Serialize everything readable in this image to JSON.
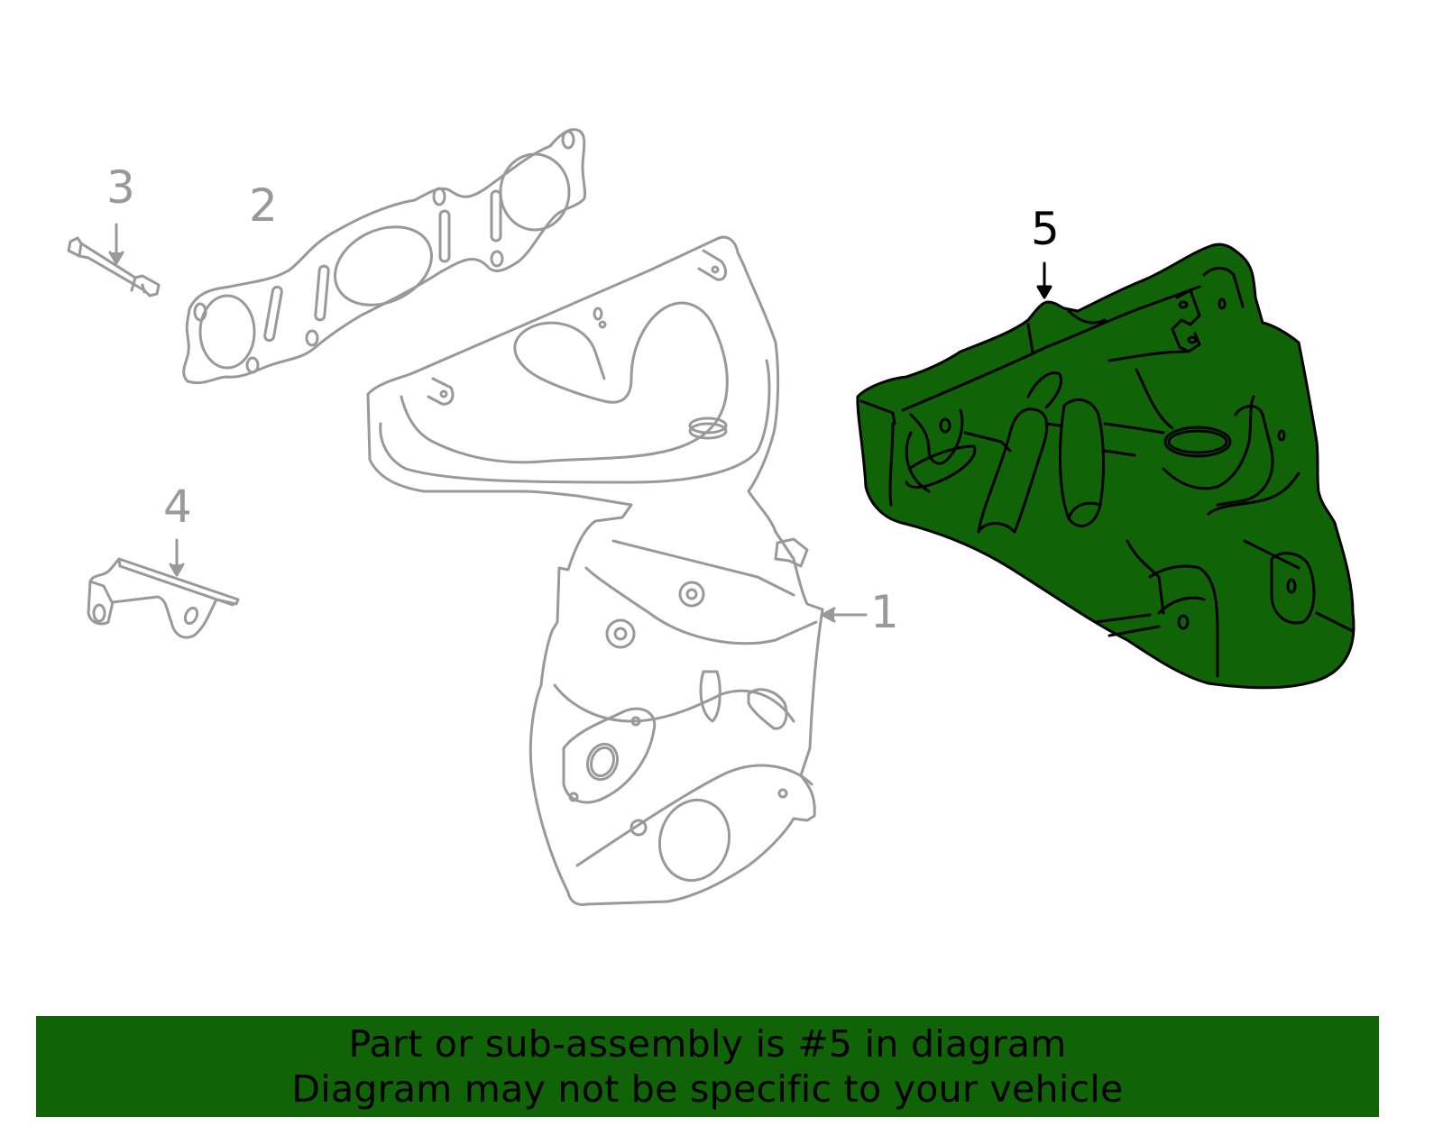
{
  "diagram": {
    "highlight_color": "#116308",
    "inactive_line_color": "#999999",
    "active_line_color": "#000000",
    "callouts": [
      {
        "number": "1",
        "part": "manifold-with-converter",
        "active": false
      },
      {
        "number": "2",
        "part": "manifold-gasket",
        "active": false
      },
      {
        "number": "3",
        "part": "stud",
        "active": false
      },
      {
        "number": "4",
        "part": "bracket",
        "active": false
      },
      {
        "number": "5",
        "part": "heat-shield",
        "active": true
      }
    ]
  },
  "banner": {
    "line1": "Part or sub-assembly is #5 in diagram",
    "line2": "Diagram may not be specific to your vehicle",
    "background": "#116308"
  }
}
